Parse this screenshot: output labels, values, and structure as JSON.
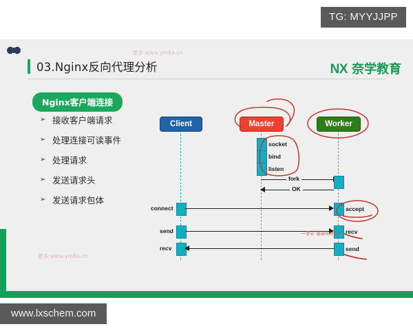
{
  "overlay": {
    "tg_watermark": "TG: MYYJJPP",
    "site_watermark": "www.lxschem.com"
  },
  "slide": {
    "title": "03.Nginx反向代理分析",
    "logo": {
      "mark": "NX",
      "name": "奈学教育"
    },
    "watermark_text": "更多:www.ym8a.cn",
    "brand_mark_icon": "butterfly-icon",
    "pill_label": "Nginx客户端连接",
    "bullets": [
      {
        "marker": "➢",
        "text": "接收客户端请求"
      },
      {
        "marker": "➢",
        "text": "处理连接可读事件"
      },
      {
        "marker": "➢",
        "text": "处理请求"
      },
      {
        "marker": "➢",
        "text": "发送请求头"
      },
      {
        "marker": "➢",
        "text": "发送请求包体"
      }
    ],
    "colors": {
      "accent_green": "#16a765",
      "client_blue": "#1f63ab",
      "master_red": "#ef4130",
      "worker_green": "#2f7d16",
      "lifeline_cyan": "#2fb9c6",
      "annotation_red": "#c0392b",
      "slide_bg": "#efefef"
    }
  },
  "diagram": {
    "type": "sequence-diagram",
    "participants": [
      {
        "id": "client",
        "label": "Client",
        "color": "#1f63ab"
      },
      {
        "id": "master",
        "label": "Master",
        "color": "#ef4130"
      },
      {
        "id": "worker",
        "label": "Worker",
        "color": "#2f7d16"
      }
    ],
    "master_calls": [
      "socket",
      "bind",
      "listen"
    ],
    "client_calls": [
      "connect",
      "send",
      "recv"
    ],
    "worker_calls": [
      "accept",
      "recv",
      "send"
    ],
    "messages": [
      {
        "label": "fork",
        "from": "master",
        "to": "worker",
        "direction": "right"
      },
      {
        "label": "OK",
        "from": "worker",
        "to": "master",
        "direction": "left"
      },
      {
        "label": "",
        "from": "client",
        "to": "worker",
        "direction": "right"
      },
      {
        "label": "",
        "from": "client",
        "to": "worker",
        "direction": "right"
      },
      {
        "label": "",
        "from": "worker",
        "to": "client",
        "direction": "left"
      }
    ],
    "annotations": {
      "circled": [
        "Master",
        "Worker",
        "socket/bind/listen",
        "accept"
      ],
      "handwritten_note": "一手v: qianren03"
    }
  }
}
